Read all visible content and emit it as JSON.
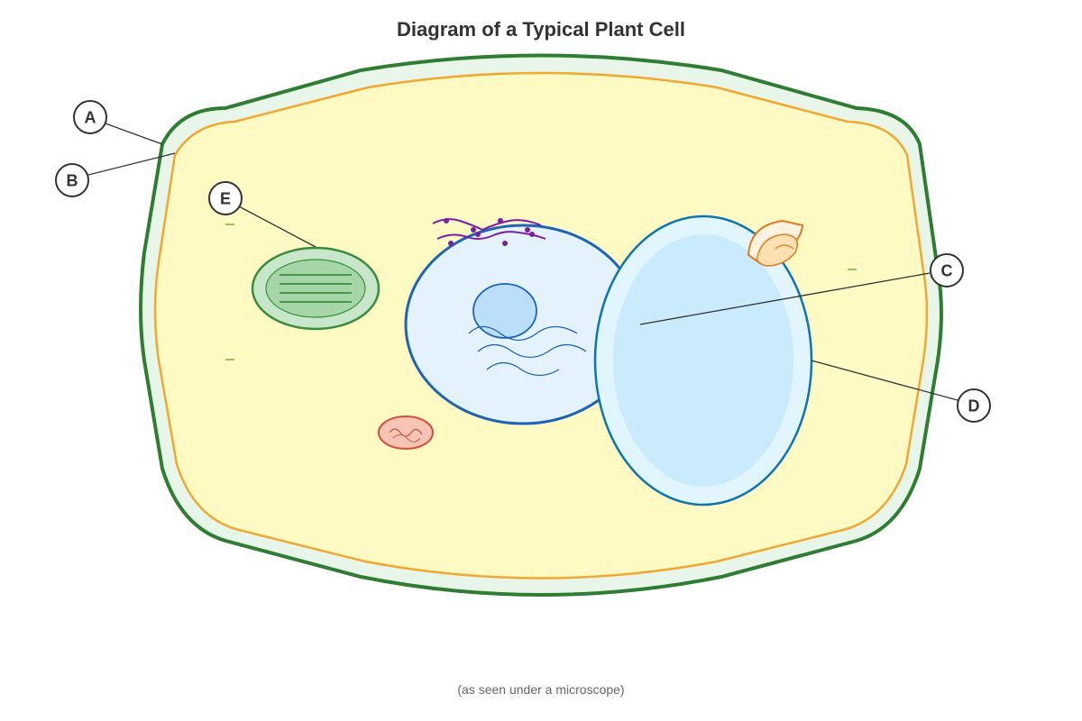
{
  "title": "Diagram of a Typical Plant Cell",
  "caption": "(as seen under a microscope)",
  "labels": {
    "a": "A",
    "b": "B",
    "c": "C",
    "d": "D",
    "e": "E"
  },
  "colors": {
    "cell_wall": "#2e7d32",
    "cell_wall_fill": "#e8f5e9",
    "membrane": "#f0a830",
    "cytoplasm": "#fff9c4",
    "nucleus": "#1e63b5",
    "nucleus_fill": "#e3f2fd",
    "vacuole": "#0d75b0",
    "vacuole_fill": "#c9ebfb",
    "chloroplast": "#388e3c",
    "mitochondrion": "#d84c3a",
    "ribosome": "#7b1fa2",
    "golgi": "#e07b1f"
  }
}
